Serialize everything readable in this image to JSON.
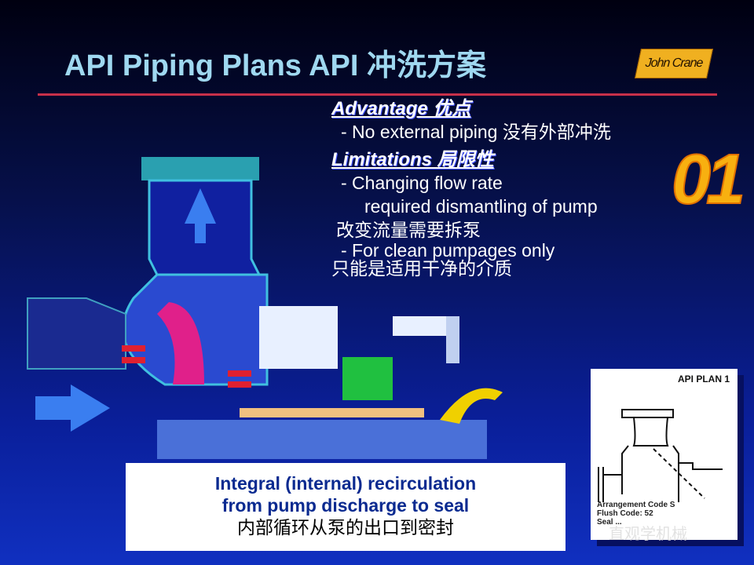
{
  "title": "API Piping Plans  API 冲洗方案",
  "logo": "John Crane",
  "plan_number": "01",
  "advantage": {
    "heading": "Advantage 优点",
    "items": [
      "- No external piping 没有外部冲洗"
    ]
  },
  "limitations": {
    "heading": "Limitations 局限性",
    "lines": [
      "- Changing flow rate",
      "required dismantling of pump",
      "改变流量需要拆泵",
      "- For clean pumpages only",
      "只能是适用干净的介质"
    ]
  },
  "caption": [
    "Integral (internal) recirculation",
    "from pump discharge to seal",
    "内部循环从泵的出口到密封"
  ],
  "plan_figure": {
    "title": "API PLAN 1",
    "code_lines": [
      "Arrangement Code S",
      "Flush Code: 52",
      "Seal ... "
    ]
  },
  "watermark": "直观学机械",
  "colors": {
    "title": "#9fd8f0",
    "rule": "#c8304a",
    "caption": "#0a2a90",
    "logo": "#f0b020"
  }
}
